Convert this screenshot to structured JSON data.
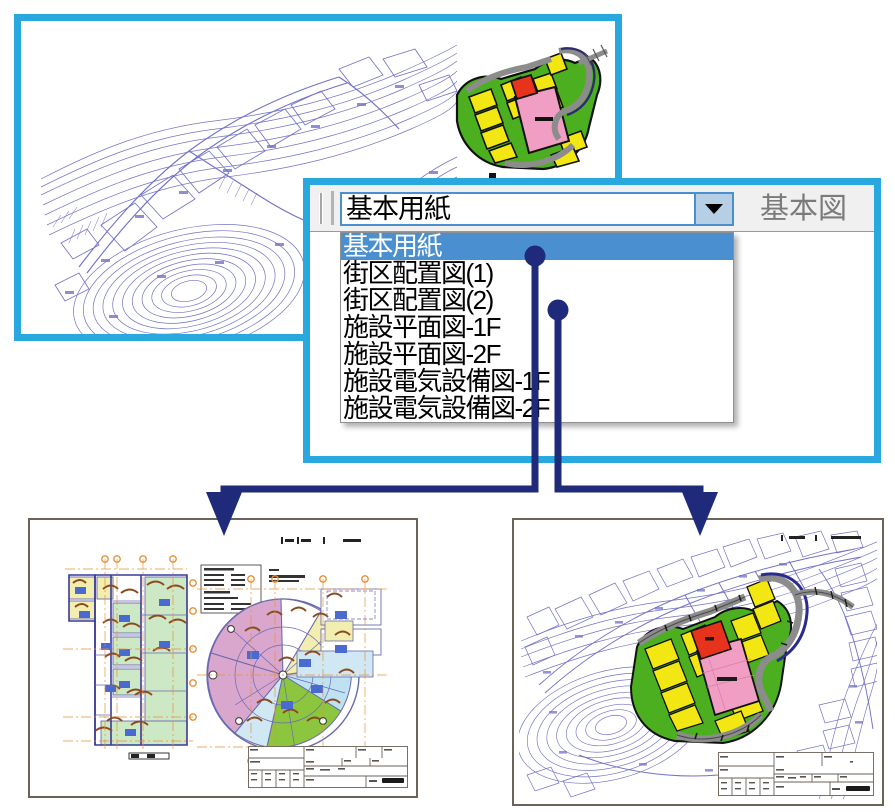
{
  "toolbar": {
    "combo_value": "基本用紙",
    "combo_arrow_icon": "chevron-down-icon",
    "grip_icon": "toolbar-grip-icon",
    "right_label": "基本図",
    "right_label_color": "#7b7b7b"
  },
  "dropdown": {
    "selected_index": 0,
    "items": [
      {
        "label": "基本用紙"
      },
      {
        "label": "街区配置図(1)"
      },
      {
        "label": "街区配置図(2)"
      },
      {
        "label": "施設平面図-1F"
      },
      {
        "label": "施設平面図-2F"
      },
      {
        "label": "施設電気設備図-1F"
      },
      {
        "label": "施設電気設備図-2F"
      }
    ]
  },
  "panels": {
    "map_panel_name": "base-map-preview",
    "toolbar_panel_name": "paper-select-toolbar"
  },
  "callouts": [
    {
      "from_item": "基本用紙",
      "to_sheet": "floor-plan-sheet"
    },
    {
      "from_item": "街区配置図(2)",
      "to_sheet": "site-plan-sheet"
    }
  ],
  "sheets": {
    "floor_plan": {
      "name": "施設平面図",
      "description": "CAD floor plan sheet with rectangular plan and circular fan plan"
    },
    "site_plan": {
      "name": "街区配置図",
      "description": "Site layout plan over contour base map"
    }
  },
  "colors": {
    "frame_cyan": "#29a8e0",
    "highlight_blue": "#4a90d0",
    "leader_navy": "#1f2a7a",
    "toolbar_face": "#f0f0f0",
    "contour_ink": "#6b6bc4",
    "plan_green": "#4caf20",
    "plan_yellow": "#f2e712",
    "plan_pink": "#f09ec4",
    "plan_red": "#e8331c",
    "plan_road": "#8c8c8c",
    "sheet_border": "#6b6258"
  }
}
